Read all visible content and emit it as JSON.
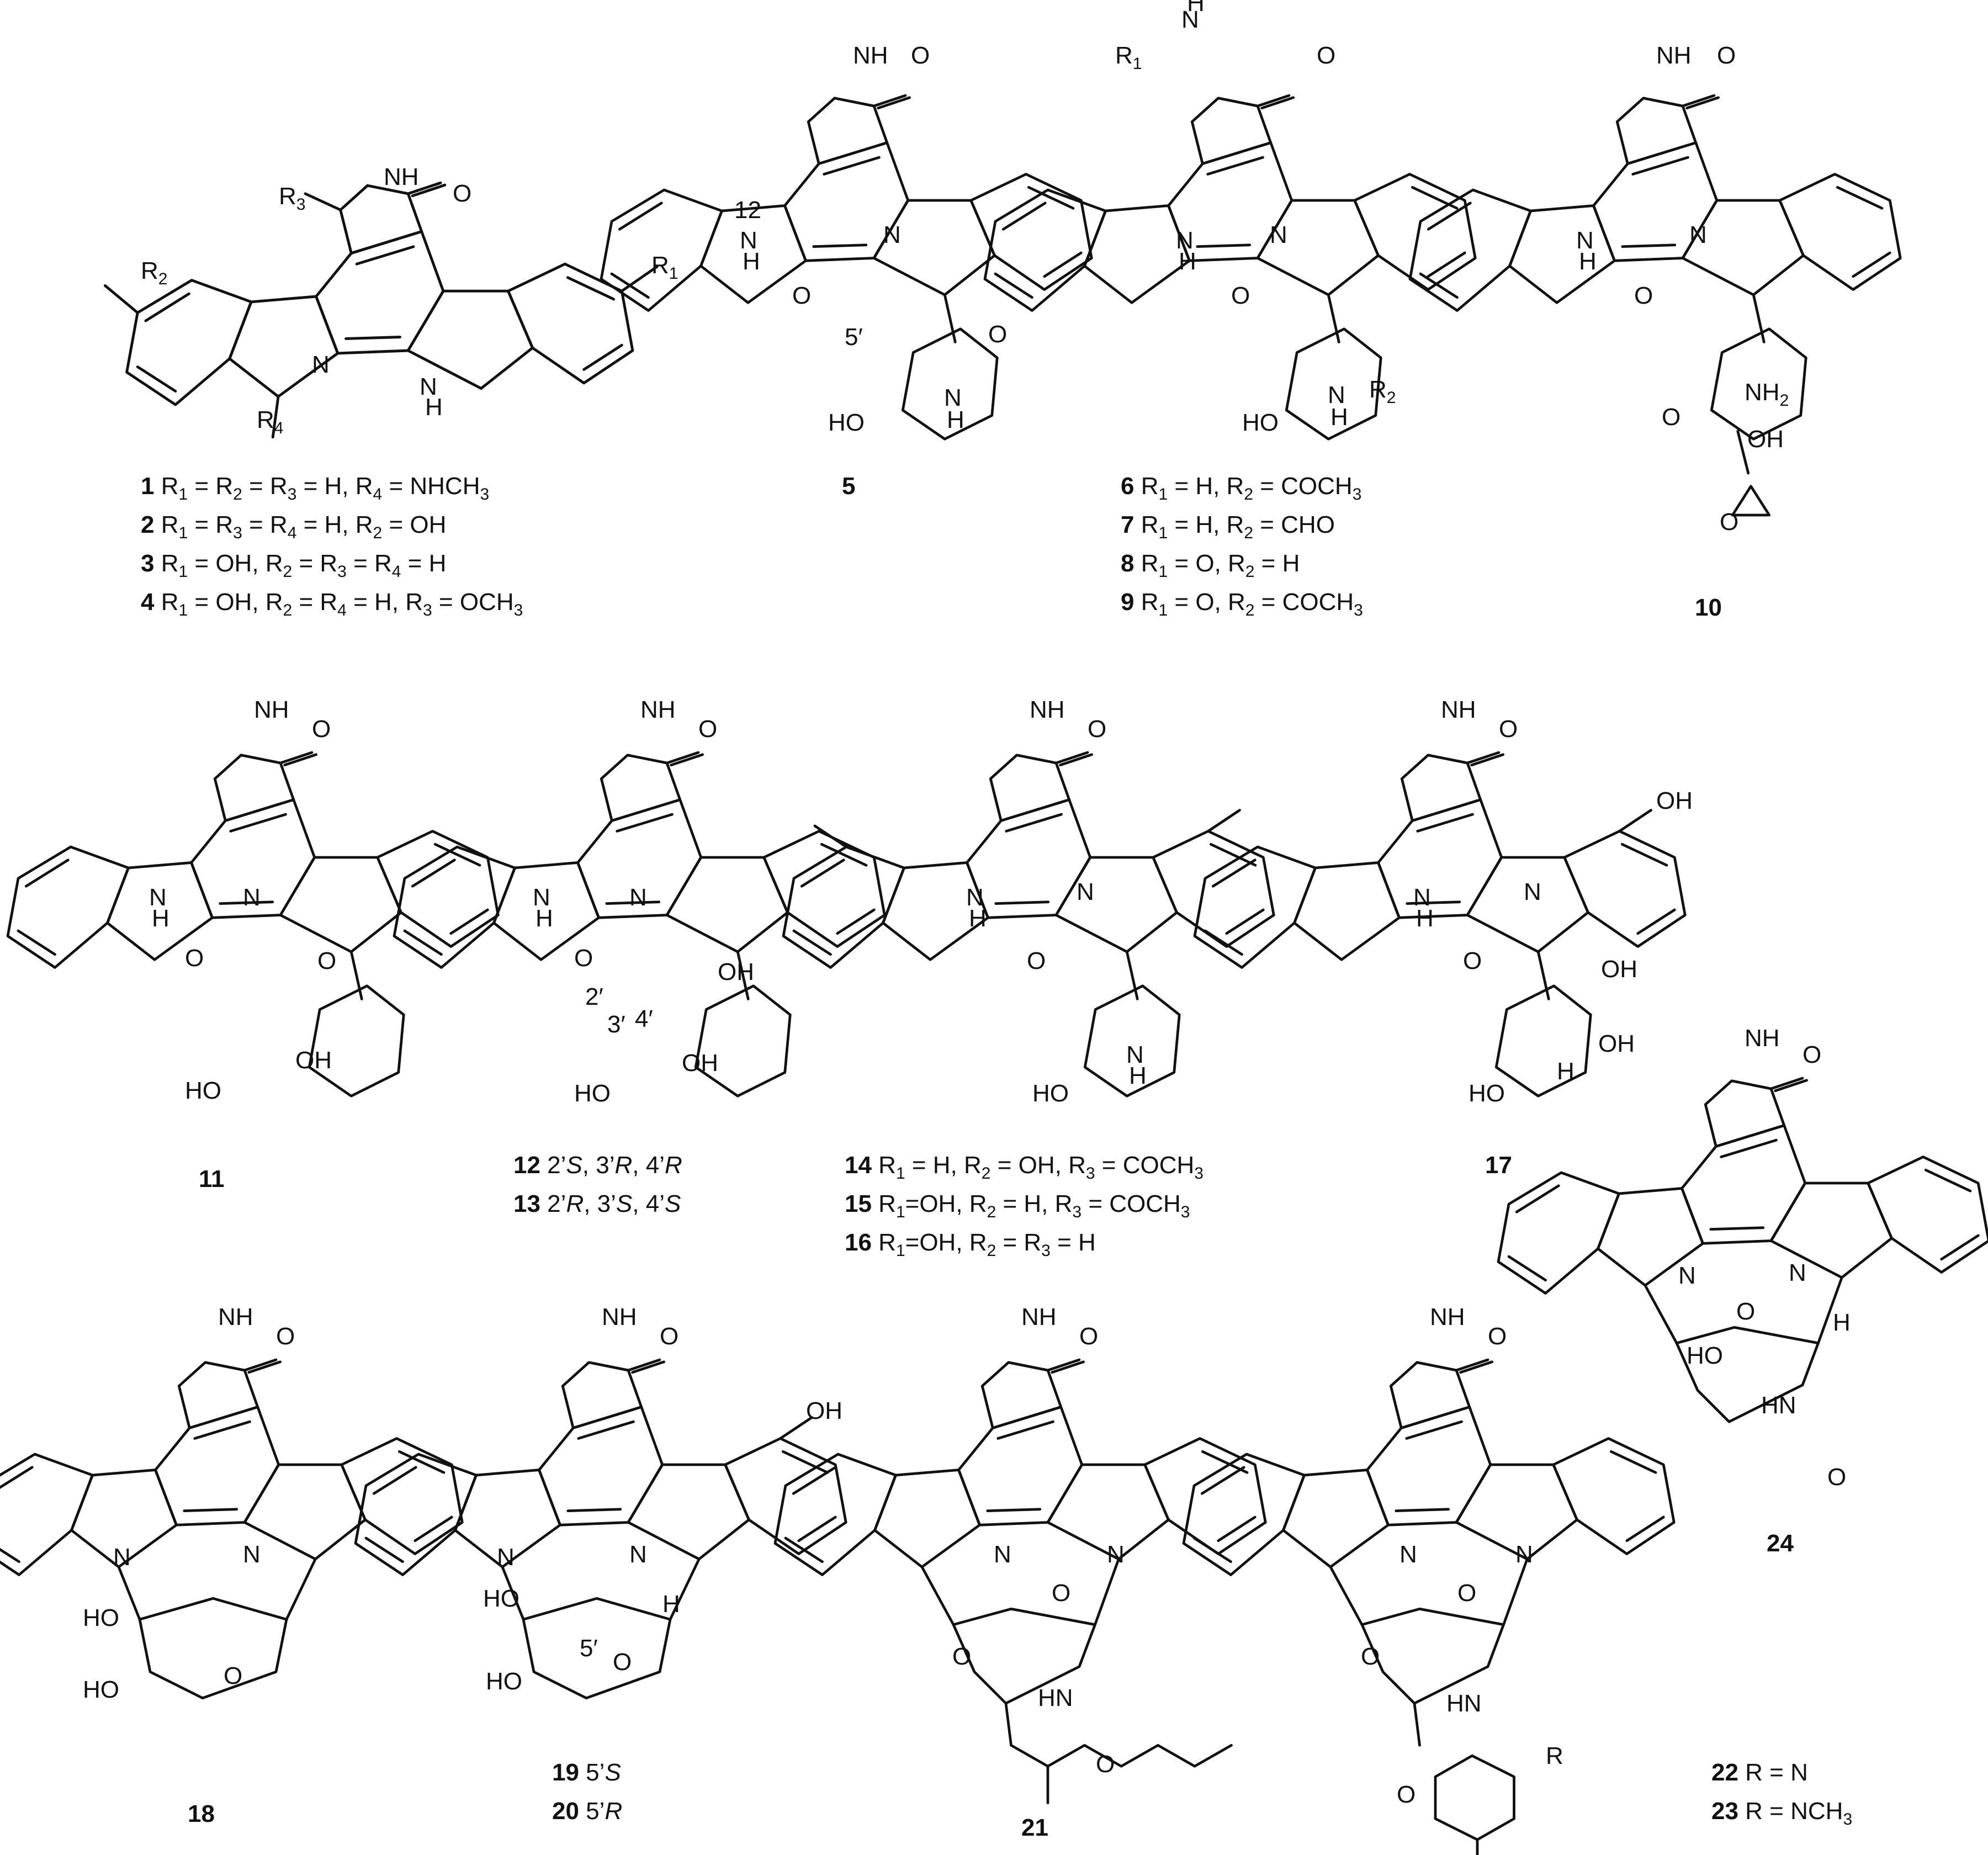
{
  "figure": {
    "compounds": [
      {
        "id": "1",
        "caption_lines": [
          [
            {
              "t": "1",
              "b": true
            },
            {
              "t": " R"
            },
            {
              "t": "1",
              "sub": true
            },
            {
              "t": " = R"
            },
            {
              "t": "2",
              "sub": true
            },
            {
              "t": " = R"
            },
            {
              "t": "3",
              "sub": true
            },
            {
              "t": " = H, R"
            },
            {
              "t": "4",
              "sub": true
            },
            {
              "t": " = NHCH"
            },
            {
              "t": "3",
              "sub": true
            }
          ]
        ]
      },
      {
        "id": "2",
        "caption_lines": [
          [
            {
              "t": "2",
              "b": true
            },
            {
              "t": " R"
            },
            {
              "t": "1",
              "sub": true
            },
            {
              "t": " = R"
            },
            {
              "t": "3",
              "sub": true
            },
            {
              "t": " = R"
            },
            {
              "t": "4",
              "sub": true
            },
            {
              "t": " = H, R"
            },
            {
              "t": "2",
              "sub": true
            },
            {
              "t": " = OH"
            }
          ]
        ]
      },
      {
        "id": "3",
        "caption_lines": [
          [
            {
              "t": "3",
              "b": true
            },
            {
              "t": " R"
            },
            {
              "t": "1",
              "sub": true
            },
            {
              "t": " = OH, R"
            },
            {
              "t": "2",
              "sub": true
            },
            {
              "t": " = R"
            },
            {
              "t": "3",
              "sub": true
            },
            {
              "t": " = R"
            },
            {
              "t": "4",
              "sub": true
            },
            {
              "t": " = H"
            }
          ]
        ]
      },
      {
        "id": "4",
        "caption_lines": [
          [
            {
              "t": "4",
              "b": true
            },
            {
              "t": " R"
            },
            {
              "t": "1",
              "sub": true
            },
            {
              "t": " = OH, R"
            },
            {
              "t": "2",
              "sub": true
            },
            {
              "t": " = R"
            },
            {
              "t": "4",
              "sub": true
            },
            {
              "t": " = H, R"
            },
            {
              "t": "3",
              "sub": true
            },
            {
              "t": " = OCH"
            },
            {
              "t": "3",
              "sub": true
            }
          ]
        ]
      },
      {
        "id": "5",
        "caption_lines": [
          [
            {
              "t": "5",
              "b": true
            }
          ]
        ]
      },
      {
        "id": "6",
        "caption_lines": [
          [
            {
              "t": "6",
              "b": true
            },
            {
              "t": " R"
            },
            {
              "t": "1",
              "sub": true
            },
            {
              "t": " = H, R"
            },
            {
              "t": "2",
              "sub": true
            },
            {
              "t": " = COCH"
            },
            {
              "t": "3",
              "sub": true
            }
          ]
        ]
      },
      {
        "id": "7",
        "caption_lines": [
          [
            {
              "t": "7",
              "b": true
            },
            {
              "t": " R"
            },
            {
              "t": "1",
              "sub": true
            },
            {
              "t": " = H, R"
            },
            {
              "t": "2",
              "sub": true
            },
            {
              "t": " = CHO"
            }
          ]
        ]
      },
      {
        "id": "8",
        "caption_lines": [
          [
            {
              "t": "8",
              "b": true
            },
            {
              "t": " R"
            },
            {
              "t": "1",
              "sub": true
            },
            {
              "t": " = O, R"
            },
            {
              "t": "2",
              "sub": true
            },
            {
              "t": " = H"
            }
          ]
        ]
      },
      {
        "id": "9",
        "caption_lines": [
          [
            {
              "t": "9",
              "b": true
            },
            {
              "t": " R"
            },
            {
              "t": "1",
              "sub": true
            },
            {
              "t": " = O, R"
            },
            {
              "t": "2",
              "sub": true
            },
            {
              "t": " = COCH"
            },
            {
              "t": "3",
              "sub": true
            }
          ]
        ]
      },
      {
        "id": "10",
        "caption_lines": [
          [
            {
              "t": "10",
              "b": true
            }
          ]
        ]
      },
      {
        "id": "11",
        "caption_lines": [
          [
            {
              "t": "11",
              "b": true
            }
          ]
        ]
      },
      {
        "id": "12",
        "caption_lines": [
          [
            {
              "t": "12",
              "b": true
            },
            {
              "t": " 2’"
            },
            {
              "t": "S",
              "i": true
            },
            {
              "t": ", 3’"
            },
            {
              "t": "R",
              "i": true
            },
            {
              "t": ", 4’"
            },
            {
              "t": "R",
              "i": true
            }
          ]
        ]
      },
      {
        "id": "13",
        "caption_lines": [
          [
            {
              "t": "13",
              "b": true
            },
            {
              "t": " 2’"
            },
            {
              "t": "R",
              "i": true
            },
            {
              "t": ", 3’"
            },
            {
              "t": "S",
              "i": true
            },
            {
              "t": ", 4’"
            },
            {
              "t": "S",
              "i": true
            }
          ]
        ]
      },
      {
        "id": "14",
        "caption_lines": [
          [
            {
              "t": "14",
              "b": true
            },
            {
              "t": " R"
            },
            {
              "t": "1",
              "sub": true
            },
            {
              "t": " = H, R"
            },
            {
              "t": "2",
              "sub": true
            },
            {
              "t": " = OH, R"
            },
            {
              "t": "3",
              "sub": true
            },
            {
              "t": " = COCH"
            },
            {
              "t": "3",
              "sub": true
            }
          ]
        ]
      },
      {
        "id": "15",
        "caption_lines": [
          [
            {
              "t": "15",
              "b": true
            },
            {
              "t": " R"
            },
            {
              "t": "1",
              "sub": true
            },
            {
              "t": "=OH, R"
            },
            {
              "t": "2",
              "sub": true
            },
            {
              "t": " = H, R"
            },
            {
              "t": "3",
              "sub": true
            },
            {
              "t": " = COCH"
            },
            {
              "t": "3",
              "sub": true
            }
          ]
        ]
      },
      {
        "id": "16",
        "caption_lines": [
          [
            {
              "t": "16",
              "b": true
            },
            {
              "t": " R"
            },
            {
              "t": "1",
              "sub": true
            },
            {
              "t": "=OH, R"
            },
            {
              "t": "2",
              "sub": true
            },
            {
              "t": " = R"
            },
            {
              "t": "3",
              "sub": true
            },
            {
              "t": " = H"
            }
          ]
        ]
      },
      {
        "id": "17",
        "caption_lines": [
          [
            {
              "t": "17",
              "b": true
            }
          ]
        ]
      },
      {
        "id": "18",
        "caption_lines": [
          [
            {
              "t": "18",
              "b": true
            }
          ]
        ]
      },
      {
        "id": "19",
        "caption_lines": [
          [
            {
              "t": "19",
              "b": true
            },
            {
              "t": " 5’"
            },
            {
              "t": "S",
              "i": true
            }
          ]
        ]
      },
      {
        "id": "20",
        "caption_lines": [
          [
            {
              "t": "20",
              "b": true
            },
            {
              "t": " 5’"
            },
            {
              "t": "R",
              "i": true
            }
          ]
        ]
      },
      {
        "id": "21",
        "caption_lines": [
          [
            {
              "t": "21",
              "b": true
            }
          ]
        ]
      },
      {
        "id": "22",
        "caption_lines": [
          [
            {
              "t": "22",
              "b": true
            },
            {
              "t": " R = N"
            }
          ]
        ]
      },
      {
        "id": "23",
        "caption_lines": [
          [
            {
              "t": "23",
              "b": true
            },
            {
              "t": " R = NCH"
            },
            {
              "t": "3",
              "sub": true
            }
          ]
        ]
      },
      {
        "id": "24",
        "caption_lines": [
          [
            {
              "t": "24",
              "b": true
            }
          ]
        ]
      }
    ],
    "atom_labels": {
      "NH": "NH",
      "N": "N",
      "H": "H",
      "O": "O",
      "OH": "OH",
      "HO": "HO",
      "R1": "R",
      "R2": "R",
      "R3": "R",
      "R4": "R",
      "R": "R",
      "NH2": "NH",
      "HN": "HN",
      "loc_12": "12",
      "loc_5p": "5′",
      "loc_2p": "2′",
      "loc_3p": "3′",
      "loc_4p": "4′",
      "N_H": "N",
      "sub1": "1",
      "sub2": "2",
      "sub3": "3",
      "sub4": "4"
    }
  }
}
